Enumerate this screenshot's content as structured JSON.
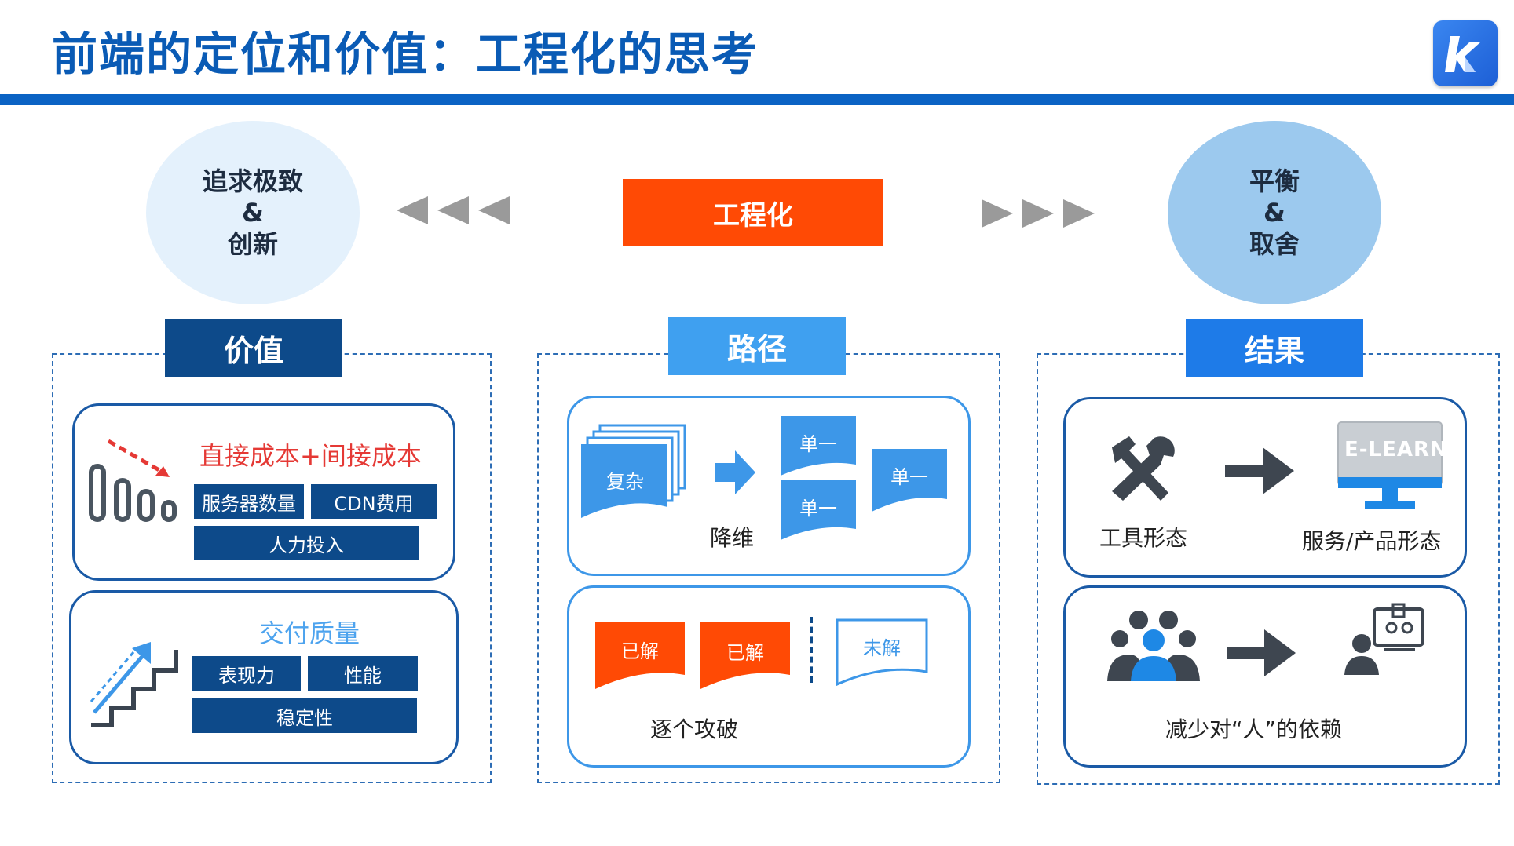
{
  "title": "前端的定位和价值：工程化的思考",
  "left_circle": {
    "line1": "追求极致",
    "line2": "&",
    "line3": "创新"
  },
  "right_circle": {
    "line1": "平衡",
    "line2": "&",
    "line3": "取舍"
  },
  "center": "工程化",
  "columns": {
    "value": {
      "header": "价值",
      "card1": {
        "title": "直接成本+间接成本",
        "chips": [
          "服务器数量",
          "CDN费用",
          "人力投入"
        ]
      },
      "card2": {
        "title": "交付质量",
        "chips": [
          "表现力",
          "性能",
          "稳定性"
        ]
      }
    },
    "path": {
      "header": "路径",
      "card1": {
        "complex": "复杂",
        "single_a": "单一",
        "single_b": "单一",
        "single_c": "单一",
        "caption": "降维"
      },
      "card2": {
        "solved_a": "已解",
        "solved_b": "已解",
        "unsolved": "未解",
        "caption": "逐个攻破"
      }
    },
    "result": {
      "header": "结果",
      "card1": {
        "screen_text": "E-LEARN",
        "left_caption": "工具形态",
        "right_caption": "服务/产品形态"
      },
      "card2": {
        "caption": "减少对“人”的依赖"
      }
    }
  },
  "colors": {
    "title": "#0a5bb5",
    "orange": "#ff4a05",
    "navy": "#0d4a8a",
    "blue": "#1e88e5",
    "light_blue": "#3fa0f0",
    "doc_blue": "#3d97e8"
  },
  "icons": [
    "logo-k-icon",
    "arrows-left-icon",
    "arrows-right-icon",
    "cost-down-chart-icon",
    "stairs-up-icon",
    "stacked-docs-icon",
    "arrow-right-icon",
    "tools-icon",
    "monitor-icon",
    "team-icon",
    "person-bot-icon"
  ]
}
